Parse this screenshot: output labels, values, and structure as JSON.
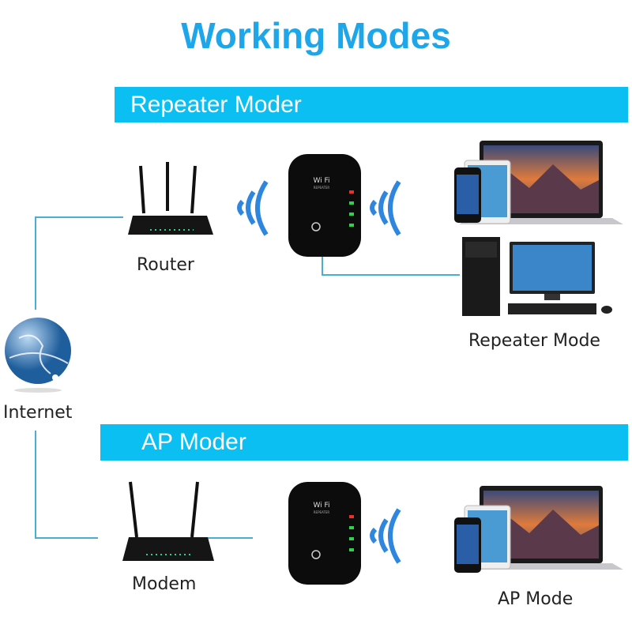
{
  "title": "Working Modes",
  "sections": {
    "repeater": {
      "banner": "Repeater Moder",
      "label": "Repeater Mode"
    },
    "ap": {
      "banner": "AP Moder",
      "label": "AP Mode"
    }
  },
  "nodes": {
    "router": "Router",
    "internet": "Internet",
    "modem": "Modem"
  },
  "device_text": {
    "brand": "Wi Fi",
    "sub": "REPEATER"
  },
  "colors": {
    "accent": "#0bbff2",
    "title": "#1ea6ea",
    "wave": "#2e86de",
    "line": "#4aaed0",
    "led_red": "#e8322e",
    "led_green": "#2fd24a"
  },
  "icons": [
    "router-icon",
    "wifi-repeater-icon",
    "wifi-waves-icon",
    "globe-icon",
    "laptop-icon",
    "tablet-icon",
    "phone-icon",
    "desktop-pc-icon"
  ]
}
